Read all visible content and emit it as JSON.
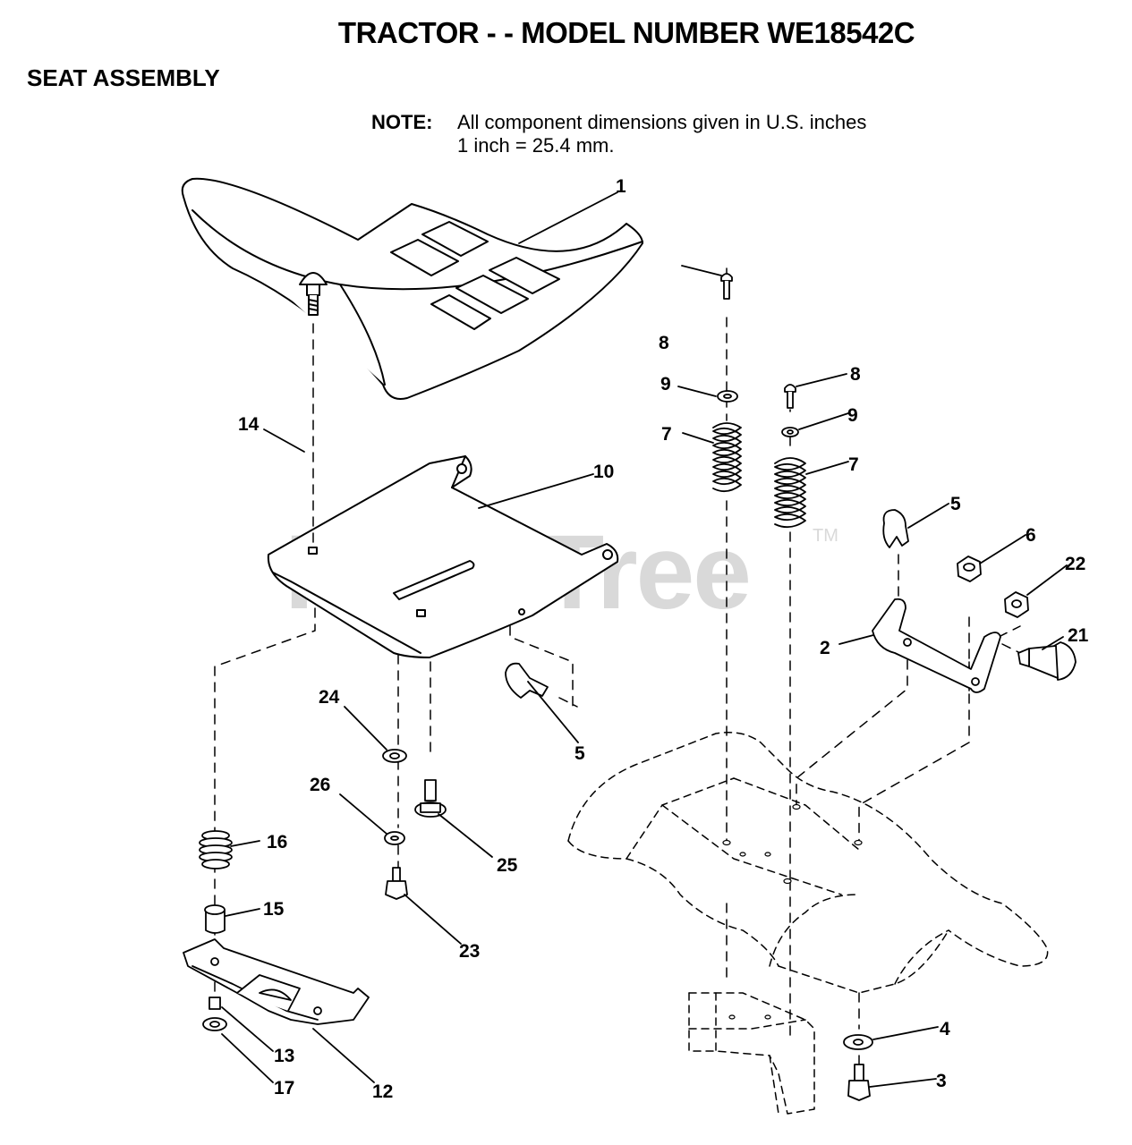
{
  "header": {
    "title": "TRACTOR - - MODEL NUMBER WE18542C",
    "subtitle": "SEAT ASSEMBLY"
  },
  "note": {
    "label": "NOTE:",
    "line1": "All component dimensions given in U.S. inches",
    "line2": "1 inch = 25.4 mm."
  },
  "watermark": {
    "text": "PartsTree",
    "mark": "TM"
  },
  "callouts": {
    "c1": "1",
    "c2": "2",
    "c3": "3",
    "c4": "4",
    "c5a": "5",
    "c5b": "5",
    "c6": "6",
    "c7a": "7",
    "c7b": "7",
    "c8a": "8",
    "c8b": "8",
    "c9a": "9",
    "c9b": "9",
    "c10": "10",
    "c12": "12",
    "c13": "13",
    "c14": "14",
    "c15": "15",
    "c16": "16",
    "c17": "17",
    "c21": "21",
    "c22": "22",
    "c23": "23",
    "c24": "24",
    "c25": "25",
    "c26": "26"
  }
}
